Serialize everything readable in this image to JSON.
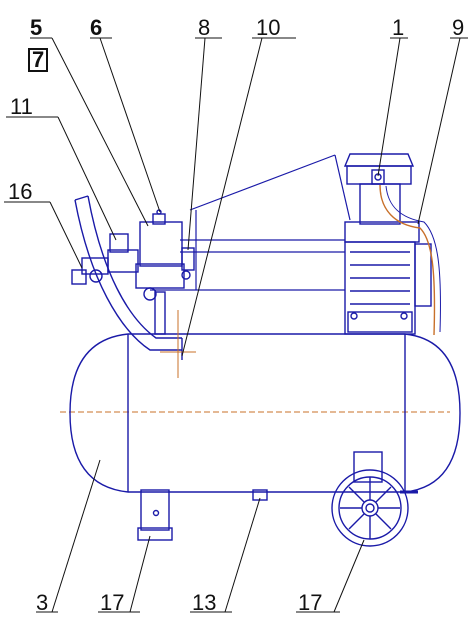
{
  "labels": {
    "l5": "5",
    "l7": "7",
    "l6": "6",
    "l8": "8",
    "l10": "10",
    "l1": "1",
    "l9": "9",
    "l11": "11",
    "l16": "16",
    "l3": "3",
    "l17a": "17",
    "l13": "13",
    "l17b": "17"
  },
  "colors": {
    "outline": "#1a1aa8",
    "leader": "#111111",
    "centerline": "#c8702a",
    "hose": "#c8702a"
  }
}
